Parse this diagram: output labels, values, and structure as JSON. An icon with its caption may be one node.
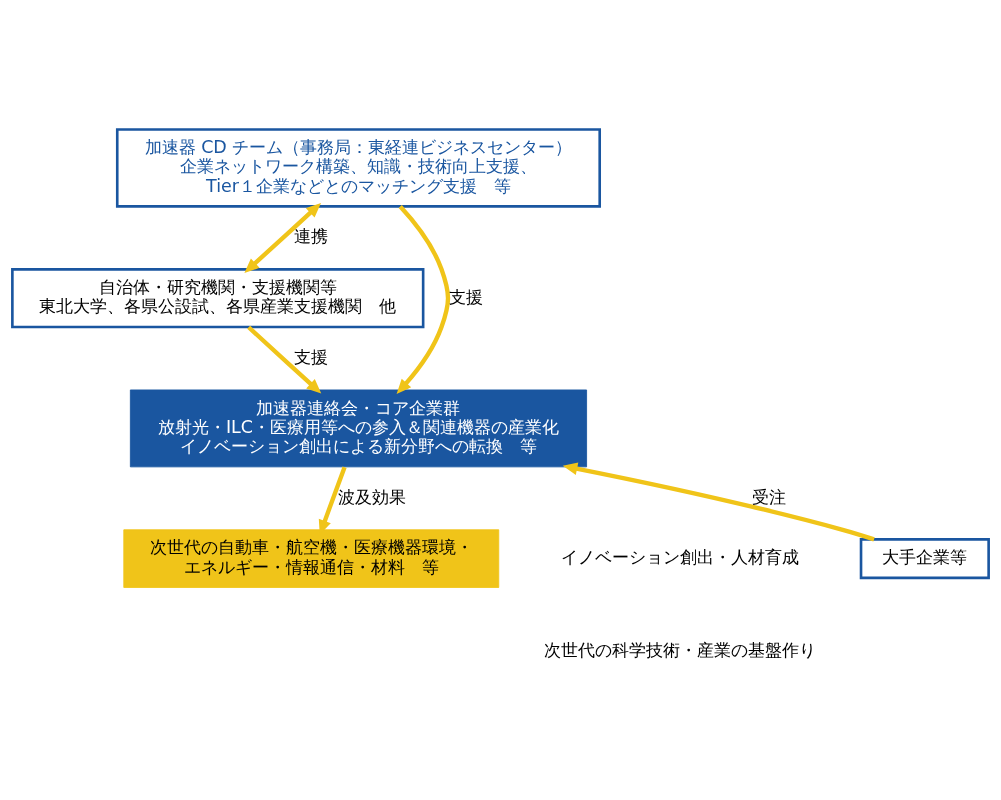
{
  "diagram": {
    "nodes": [
      {
        "text": [
          "加速器 CD チーム（事務局：東経連ビジネスセンター）",
          "企業ネットワーク構築、知識・技術向上支援、Tier１企業などとのマッチング支援　等"
        ]
      },
      {
        "text": [
          "自治体・研究機関・支援機関等",
          "東北大学、各県公設試、各県産業支援機関　他"
        ]
      },
      {
        "text": [
          "加速器連絡会・コア企業群",
          "放射光・ILC・医療用等への参入＆関連機器の産業化",
          "イノベーション創出による新分野への転換　等"
        ]
      },
      {
        "text": [
          "大手企業等"
        ]
      },
      {
        "text": [
          "次世代の自動車・航空機・医療機器環境・エネルギー・情報通信・材料　等"
        ]
      }
    ],
    "edges": [
      {
        "from": 0,
        "to": 1,
        "arrow": "both",
        "label": "連携"
      },
      {
        "from": 0,
        "to": 2,
        "arrow": "to",
        "label": "支援"
      },
      {
        "from": 1,
        "to": 2,
        "arrow": "to",
        "label": "支援"
      },
      {
        "from": 3,
        "to": 2,
        "arrow": "to",
        "label": "受注"
      },
      {
        "from": 2,
        "to": 4,
        "arrow": "to",
        "label": "波及効果"
      }
    ],
    "labels": [
      "イノベーション創出・人材育成",
      "次世代の科学技術・産業の基盤作り"
    ]
  }
}
